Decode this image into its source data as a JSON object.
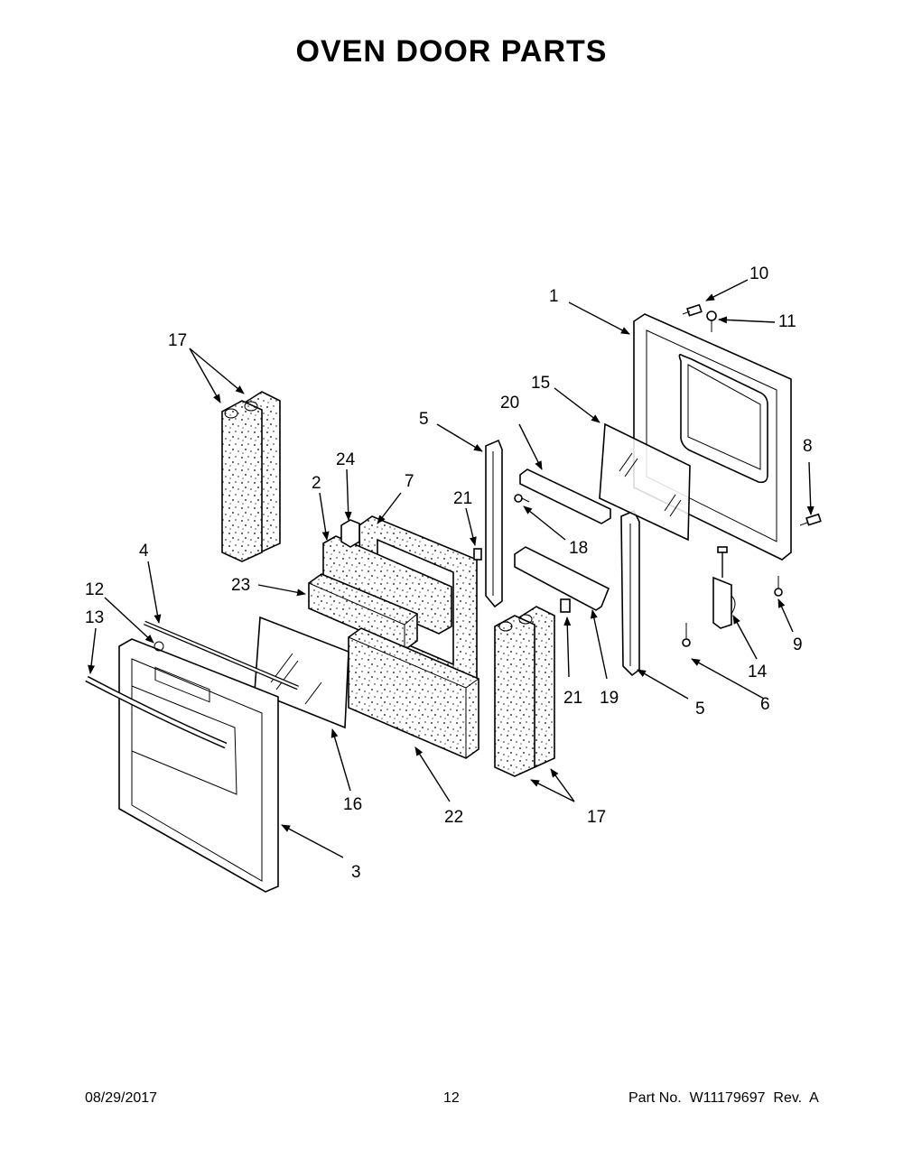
{
  "title": "OVEN DOOR PARTS",
  "footer": {
    "date": "08/29/2017",
    "page": "12",
    "part_no": "Part No.  W11179697  Rev.  A"
  },
  "callouts": [
    "1",
    "2",
    "3",
    "4",
    "5",
    "5",
    "6",
    "7",
    "8",
    "9",
    "10",
    "11",
    "12",
    "13",
    "14",
    "15",
    "16",
    "17",
    "17",
    "18",
    "19",
    "20",
    "21",
    "21",
    "22",
    "23",
    "24"
  ]
}
